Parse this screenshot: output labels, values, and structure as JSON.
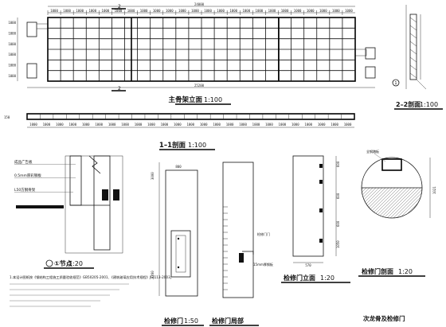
{
  "views": {
    "main_elevation": {
      "title": "主骨架立面",
      "scale": "1:100"
    },
    "section_22": {
      "title": "2–2剖面",
      "scale": "1:100"
    },
    "section_11": {
      "title": "1–1剖面",
      "scale": "1:100"
    },
    "node": {
      "title": "①节点",
      "scale": "1:20"
    },
    "door": {
      "title": "检修门",
      "scale": "1:50"
    },
    "door_partial": {
      "title": "检修门局部"
    },
    "door_elevation": {
      "title": "检修门立面",
      "scale": "1:20"
    },
    "door_section": {
      "title": "检修门剖面",
      "scale": "1:20"
    },
    "door_bottom": {
      "title": "次龙骨及检修门"
    }
  },
  "dims": {
    "total_length": "25200",
    "inner_length": "24000",
    "bay": "1000",
    "door_width": "800",
    "panel_width": "570",
    "ring_height": "1021"
  },
  "markers": {
    "sec1": "1",
    "sec2": "2",
    "node": "1"
  },
  "notes": {
    "line1": "1.本设计图纸按《钢结构工程施工质量验收规范》GB50205-2001、《建筑玻璃应用技术规程》JGJ113-2003。"
  }
}
